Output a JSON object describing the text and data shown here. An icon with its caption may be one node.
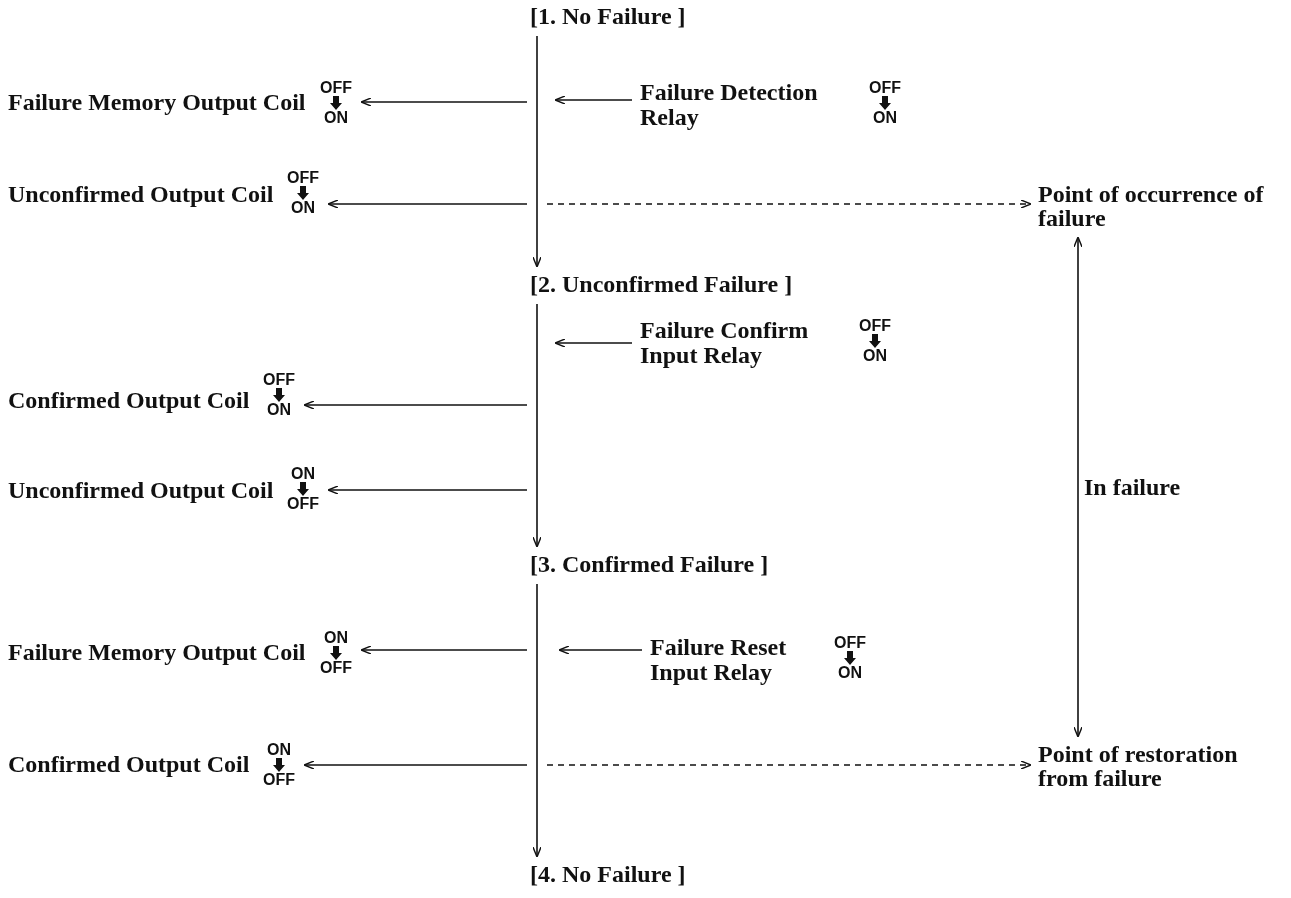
{
  "diagram": {
    "nodes": [
      {
        "text": [
          "[1. No Failure ]"
        ]
      },
      {
        "text": [
          "Failure Memory Output Coil"
        ],
        "beside": [
          "OFF",
          "ON"
        ]
      },
      {
        "text": [
          "Failure Detection Relay"
        ],
        "beside": [
          "OFF",
          "ON"
        ]
      },
      {
        "text": [
          "Unconfirmed Output Coil"
        ],
        "beside": [
          "OFF",
          "ON"
        ]
      },
      {
        "text": [
          "Point of occurrence of failure"
        ]
      },
      {
        "text": [
          "[2. Unconfirmed Failure ]"
        ]
      },
      {
        "text": [
          "Failure Confirm Input Relay"
        ],
        "beside": [
          "OFF",
          "ON"
        ]
      },
      {
        "text": [
          "Confirmed Output Coil"
        ],
        "beside": [
          "OFF",
          "ON"
        ]
      },
      {
        "text": [
          "Unconfirmed Output Coil"
        ],
        "beside": [
          "ON",
          "OFF"
        ]
      },
      {
        "text": [
          "[3. Confirmed Failure ]"
        ]
      },
      {
        "text": [
          "Failure Memory Output Coil"
        ],
        "beside": [
          "ON",
          "OFF"
        ]
      },
      {
        "text": [
          "Failure Reset Input Relay"
        ],
        "beside": [
          "OFF",
          "ON"
        ]
      },
      {
        "text": [
          "Confirmed Output Coil"
        ],
        "beside": [
          "ON",
          "OFF"
        ]
      },
      {
        "text": [
          "Point of restoration from failure"
        ]
      },
      {
        "text": [
          "[4. No Failure ]"
        ]
      }
    ],
    "edges": [
      {
        "from": 0,
        "to": 5,
        "arrow": "to"
      },
      {
        "from": 5,
        "to": 9,
        "arrow": "to"
      },
      {
        "from": 9,
        "to": 14,
        "arrow": "to"
      },
      {
        "from": null,
        "to": 1,
        "arrow": "to"
      },
      {
        "from": 2,
        "to": null,
        "arrow": "to"
      },
      {
        "from": null,
        "to": 3,
        "arrow": "to"
      },
      {
        "from": null,
        "to": 4,
        "arrow": "to",
        "style": "dashed"
      },
      {
        "from": 6,
        "to": null,
        "arrow": "to"
      },
      {
        "from": null,
        "to": 7,
        "arrow": "to"
      },
      {
        "from": null,
        "to": 8,
        "arrow": "to"
      },
      {
        "from": null,
        "to": 10,
        "arrow": "to"
      },
      {
        "from": 11,
        "to": null,
        "arrow": "to"
      },
      {
        "from": null,
        "to": 12,
        "arrow": "to"
      },
      {
        "from": null,
        "to": 13,
        "arrow": "to",
        "style": "dashed"
      },
      {
        "from": 4,
        "to": 13,
        "arrow": "both",
        "label": "In failure"
      }
    ]
  }
}
